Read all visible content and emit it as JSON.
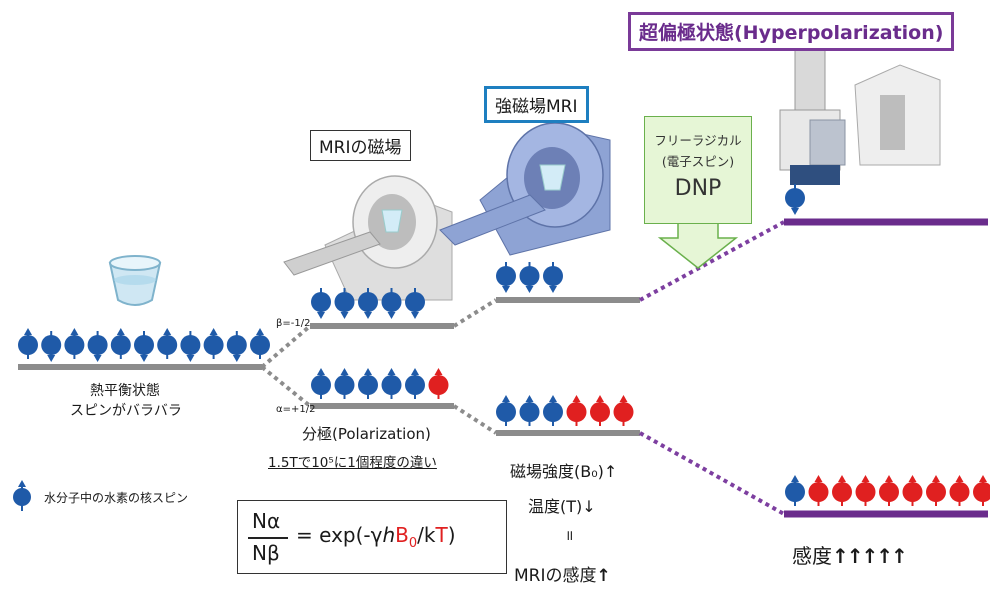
{
  "title": "超偏極状態(Hyperpolarization)",
  "mri_magnet_label": "MRIの磁場",
  "strong_mri_label": "強磁場MRI",
  "dnp": {
    "line1": "フリーラジカル",
    "line2": "(電子スピン)",
    "line3": "DNP"
  },
  "beta_label": "β=-1/2",
  "alpha_label": "α=+1/2",
  "thermal": {
    "line1": "熱平衡状態",
    "line2": "スピンがバラバラ"
  },
  "polarization_label": "分極(Polarization)",
  "difference_label": "1.5Tで10⁵に1個程度の違い",
  "field_strength_label": "磁場強度(B₀)↑",
  "temperature_label": "温度(T)↓",
  "equals_label": "॥",
  "mri_sensitivity_label": "MRIの感度",
  "legend_label": "水分子中の水素の核スピン",
  "formula": {
    "numerator": "Nα",
    "denominator": "Nβ",
    "rhs": "= exp(-γ",
    "h": "h",
    "B": "B",
    "sub0": "0",
    "over_k": "/k",
    "T": "T",
    "close": ")"
  },
  "sensitivity_label": "感度",
  "sensitivity_arrows": "↑↑↑↑↑",
  "colors": {
    "spin_blue": "#1f5aa8",
    "spin_red": "#e02020",
    "level_gray": "#8c8c8c",
    "hp_purple": "#6a2c8c",
    "dotted_purple": "#7d3fa0"
  },
  "spin_rows": {
    "thermal": [
      "up",
      "down",
      "up",
      "down",
      "up",
      "down",
      "up",
      "down",
      "up",
      "down",
      "up"
    ],
    "beta_low": [
      "down",
      "down",
      "down",
      "down",
      "down"
    ],
    "alpha_low": [
      "up",
      "up",
      "up",
      "up",
      "up",
      "up_red"
    ],
    "beta_high": [
      "down",
      "down",
      "down"
    ],
    "alpha_high": [
      "up",
      "up",
      "up",
      "up_red",
      "up_red",
      "up_red"
    ],
    "hp_beta": [
      "down"
    ],
    "hp_alpha": [
      "up",
      "up_red",
      "up_red",
      "up_red",
      "up_red",
      "up_red",
      "up_red",
      "up_red",
      "up_red"
    ]
  }
}
